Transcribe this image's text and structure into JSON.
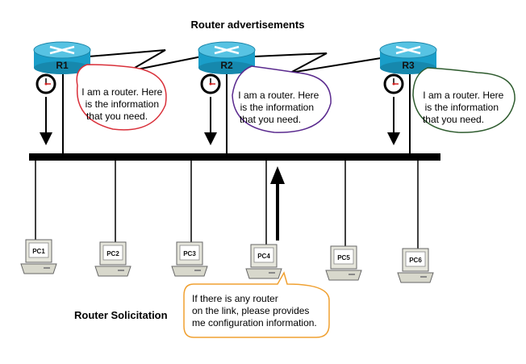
{
  "title": "Router advertisements",
  "solicitation_label": "Router Solicitation",
  "routers": [
    {
      "label": "R1",
      "bubble": [
        "I am a router. Here",
        "is the information",
        "that you need."
      ],
      "bubble_color": "#d9303a"
    },
    {
      "label": "R2",
      "bubble": [
        "I am a router. Here",
        "is the information",
        "that you need."
      ],
      "bubble_color": "#5a2a8e"
    },
    {
      "label": "R3",
      "bubble": [
        "I am a router. Here",
        "is the information",
        "that you need."
      ],
      "bubble_color": "#2e5b2e"
    }
  ],
  "pcs": [
    {
      "label": "PC1"
    },
    {
      "label": "PC2"
    },
    {
      "label": "PC3"
    },
    {
      "label": "PC4"
    },
    {
      "label": "PC5"
    },
    {
      "label": "PC6"
    }
  ],
  "solicitation_bubble": {
    "lines": [
      "If there is any router",
      "on the link, please provides",
      "me configuration information."
    ],
    "color": "#f0a030"
  },
  "colors": {
    "router_body": "#1a9ec9",
    "router_top": "#57c3e3",
    "bus": "#000000",
    "pc_body": "#e6e6dc"
  }
}
